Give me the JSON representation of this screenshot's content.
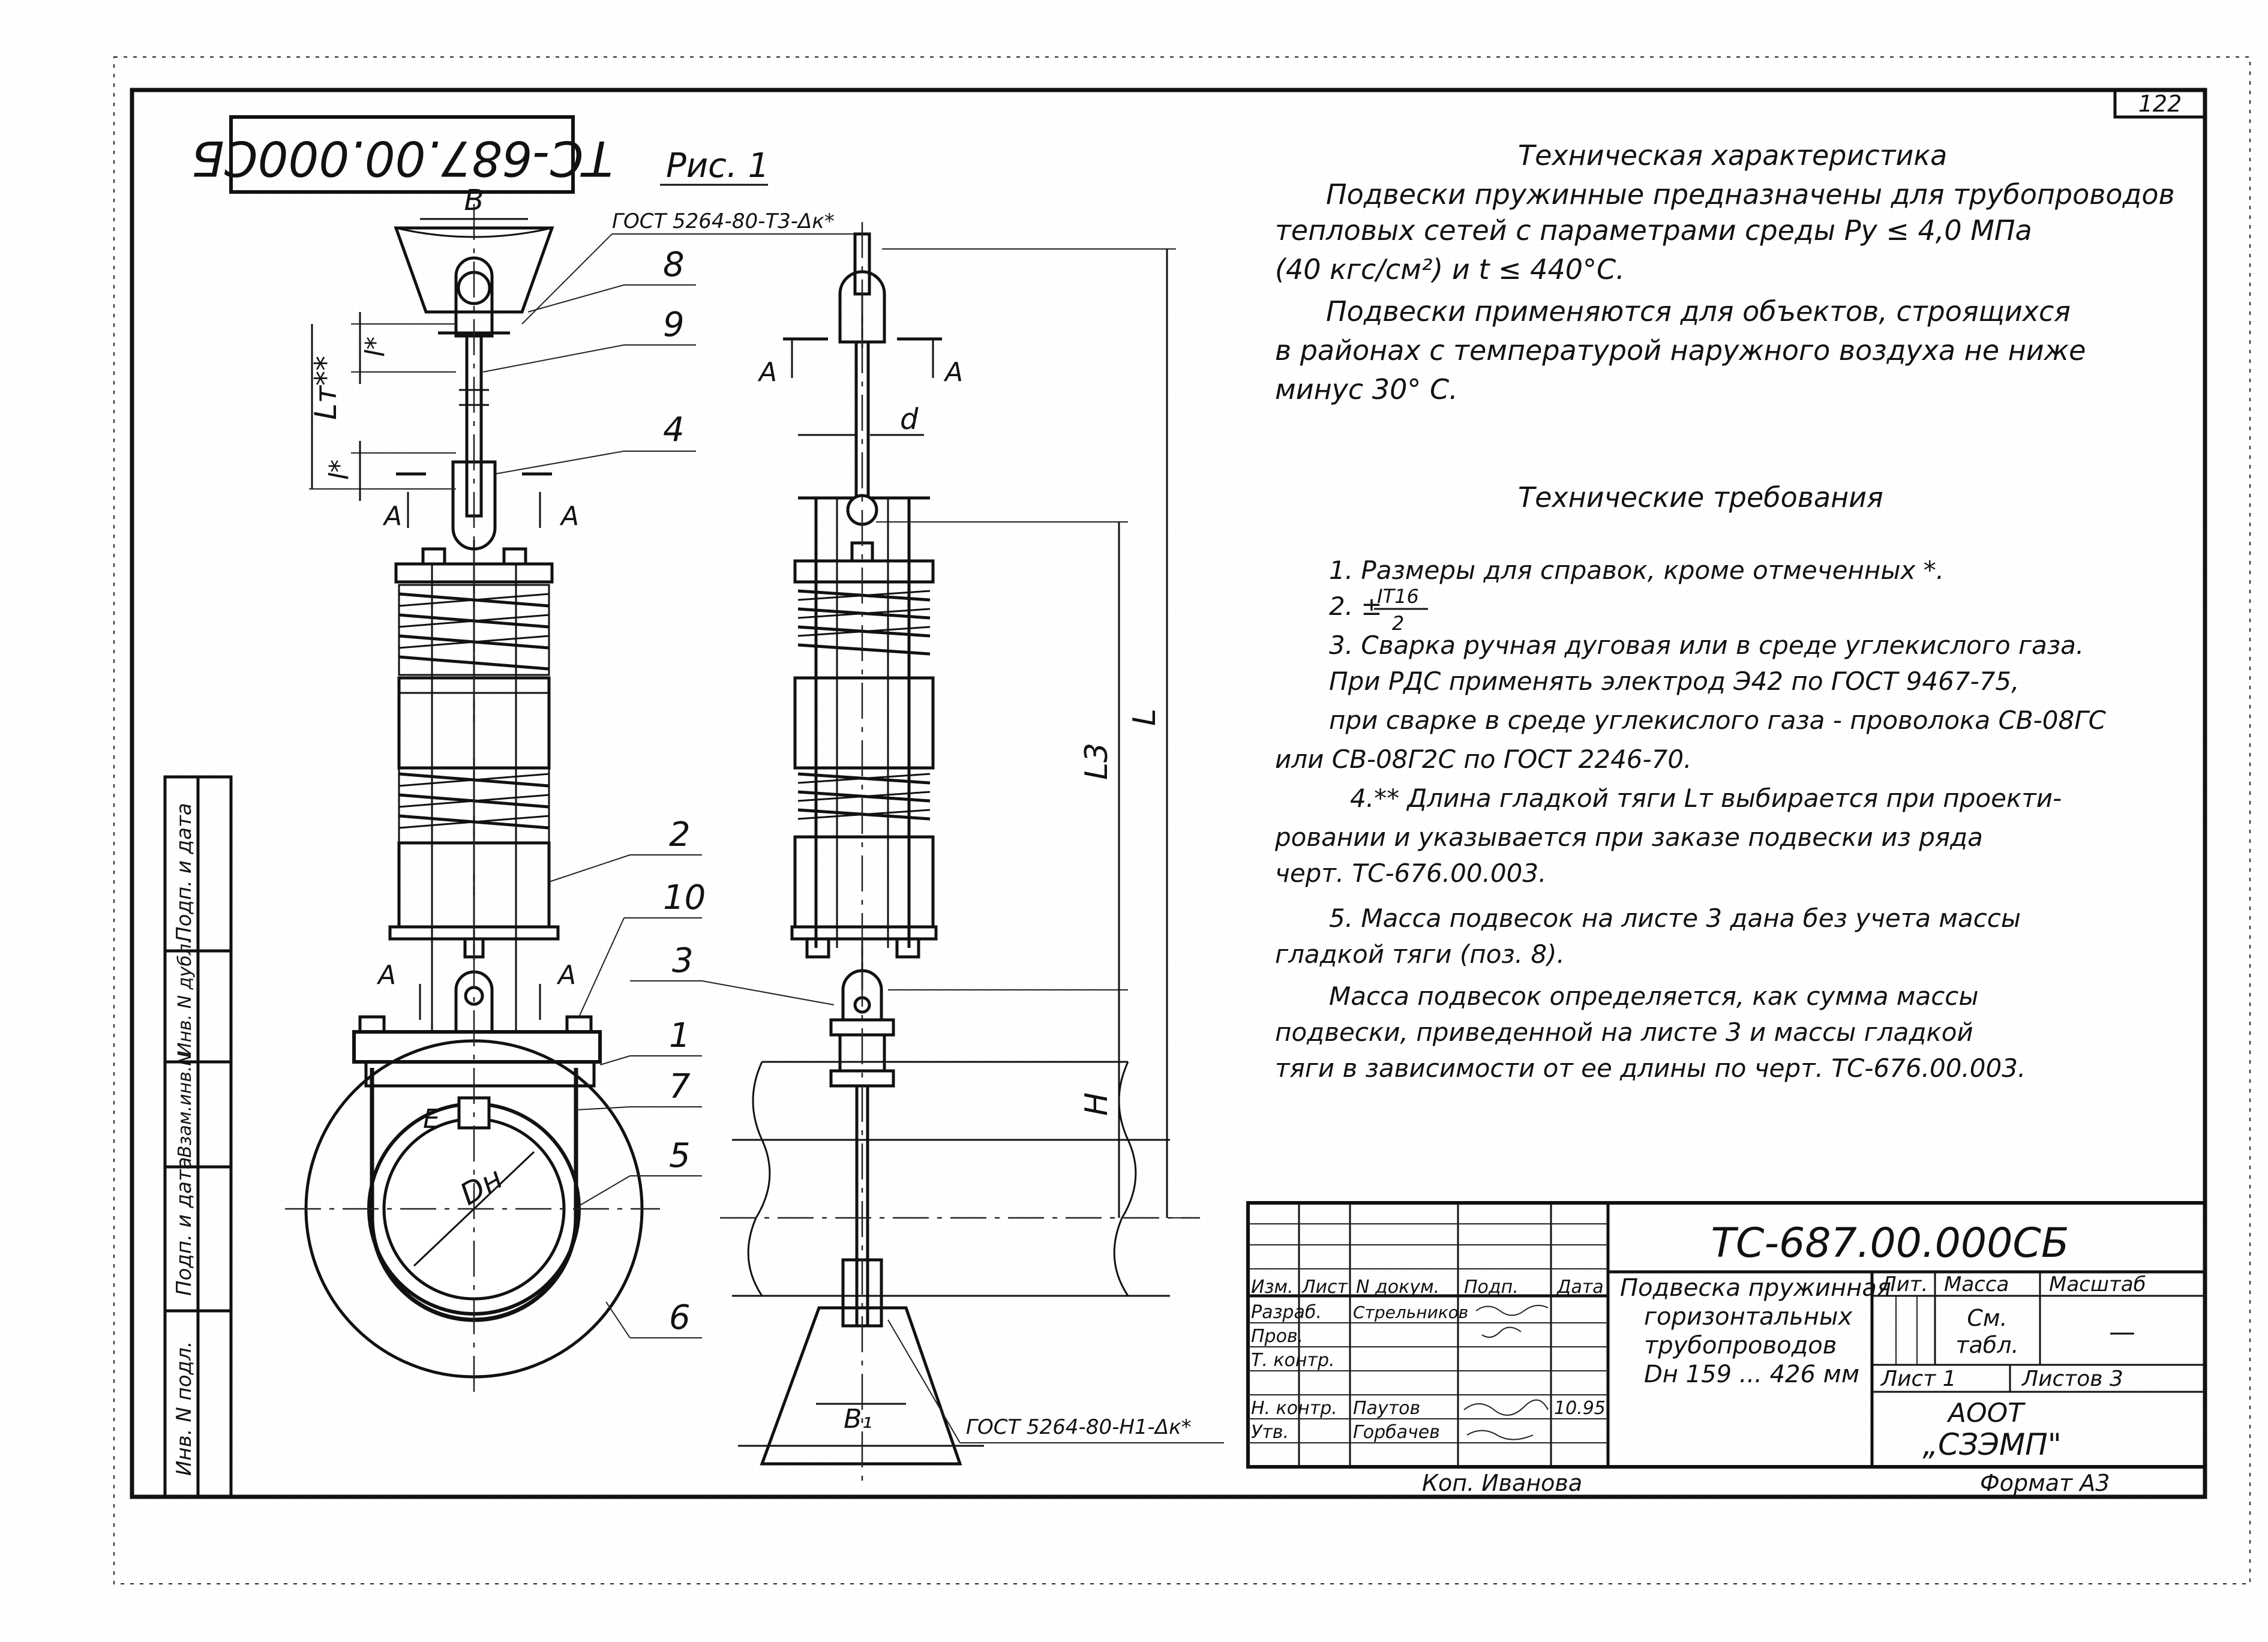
{
  "sheet": {
    "number": "122",
    "fig_label": "Рис. 1",
    "stamp_code_rotated": "ТС-687.00.000СБ",
    "copied_by": "Коп. Иванова",
    "format": "Формат А3"
  },
  "side_strip": [
    "Инв. N подл.",
    "Подп. и дата",
    "Взам.инв.N",
    "Инв. N дубл.",
    "Подп. и дата"
  ],
  "drawing": {
    "weld_top": "ГОСТ 5264-80-Т3-Δк*",
    "weld_bottom": "ГОСТ 5264-80-Н1-Δк*",
    "dims": {
      "B": "В",
      "B1": "В₁",
      "d": "d",
      "l_top": "l*",
      "l_mid": "l*",
      "Lt": "Lт**",
      "L": "L",
      "L3": "L3",
      "H": "Н",
      "E": "Е",
      "Dn": "Dн"
    },
    "section_marks": [
      "А",
      "А",
      "А",
      "А",
      "А",
      "А"
    ],
    "positions": [
      "8",
      "9",
      "4",
      "2",
      "10",
      "3",
      "1",
      "7",
      "5",
      "6"
    ]
  },
  "tech_char": {
    "title": "Техническая характеристика",
    "lines": [
      "Подвески пружинные предназначены для трубопроводов",
      "тепловых сетей с параметрами среды Ру ≤ 4,0 МПа",
      "(40 кгс/см²) и t ≤ 440°С.",
      "Подвески применяются для объектов, строящихся",
      "в районах с температурой наружного воздуха не ниже",
      "минус 30° С."
    ]
  },
  "tech_req": {
    "title": "Технические требования",
    "lines": [
      "1. Размеры для справок, кроме отмеченных *.",
      "2. ±",
      "3. Сварка ручная дуговая или в среде углекислого газа.",
      "При РДС применять электрод Э42 по ГОСТ 9467-75,",
      "при сварке в среде углекислого газа - проволока СВ-08ГС",
      "или СВ-08Г2С по ГОСТ 2246-70.",
      "4.** Длина гладкой тяги Lт выбирается при проекти-",
      "ровании и указывается при заказе подвески из ряда",
      "черт. ТС-676.00.003.",
      "5. Масса подвесок на листе 3 дана без учета массы",
      "гладкой тяги (поз. 8).",
      "Масса подвесок определяется, как сумма массы",
      "подвески, приведенной на листе 3 и массы гладкой",
      "тяги в зависимости от ее длины по черт. ТС-676.00.003."
    ],
    "tol_num": "IT16",
    "tol_den": "2"
  },
  "title_block": {
    "code": "ТС-687.00.000СБ",
    "name": [
      "Подвеска пружинная",
      "горизонтальных",
      "трубопроводов",
      "Dн 159 ... 426 мм"
    ],
    "col_headers": [
      "Изм.",
      "Лист",
      "N докум.",
      "Подп.",
      "Дата"
    ],
    "roles": [
      "Разраб.",
      "Пров.",
      "Т. контр.",
      "",
      "Н. контр.",
      "Утв."
    ],
    "names": [
      "Стрельников",
      "",
      "",
      "",
      "Паутов",
      "Горбачев"
    ],
    "date_nkontr": "10.95",
    "lit_label": "Лит.",
    "mass_label": "Масса",
    "scale_label": "Масштаб",
    "mass_value": [
      "См.",
      "табл."
    ],
    "scale_value": "—",
    "sheet_label": "Лист 1",
    "sheets_label": "Листов 3",
    "org": [
      "АООТ",
      "„СЗЭМП\""
    ]
  }
}
